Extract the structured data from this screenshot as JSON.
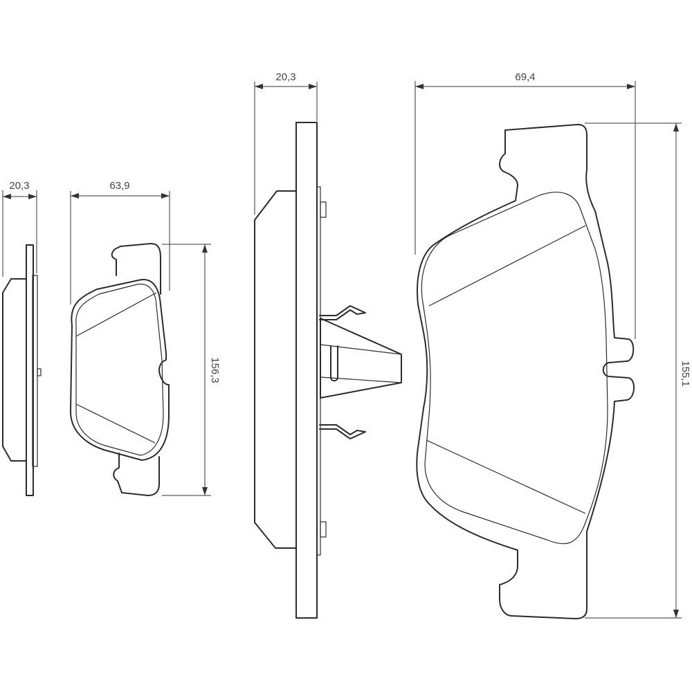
{
  "dimensions": {
    "small_pad_thickness": "20,3",
    "small_pad_width": "63,9",
    "small_pad_height": "156,3",
    "large_pad_thickness": "20,3",
    "large_pad_width": "69,4",
    "large_pad_height": "155,1"
  }
}
